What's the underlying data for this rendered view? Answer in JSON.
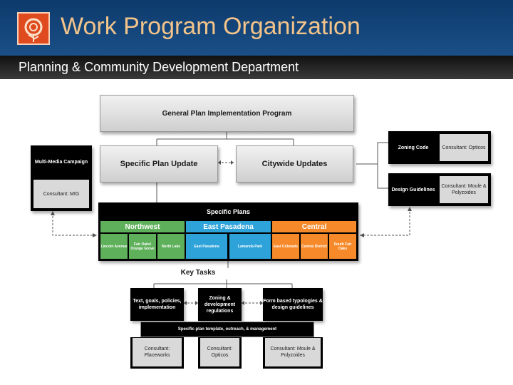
{
  "slide": {
    "title": "Work Program Organization",
    "subtitle": "Planning & Community Development Department"
  },
  "diagram": {
    "program": "General Plan Implementation Program",
    "specific_plan_update": "Specific Plan Update",
    "citywide_updates": "Citywide Updates",
    "multimedia": {
      "title": "Multi-Media Campaign",
      "consultant": "Consultant: MIG"
    },
    "zoning_code": {
      "title": "Zoning Code",
      "consultant": "Consultant: Opticos"
    },
    "design_guidelines": {
      "title": "Design Guidelines",
      "consultant": "Consultant: Moule & Polyzoides"
    },
    "specific_plans": {
      "title": "Specific Plans",
      "groups": [
        {
          "name": "Northwest",
          "color": "#5fb05b",
          "areas": [
            "Lincoln Avenue",
            "Fair Oaks/ Orange Grove",
            "North Lake"
          ]
        },
        {
          "name": "East Pasadena",
          "color": "#2ea3d9",
          "areas": [
            "East Pasadena",
            "Lamanda Park"
          ]
        },
        {
          "name": "Central",
          "color": "#f68a2a",
          "areas": [
            "East Colorado",
            "Central District",
            "South Fair Oaks"
          ]
        }
      ]
    },
    "key_tasks": {
      "title": "Key Tasks",
      "tasks": [
        "Text, goals, policies, implementation",
        "Zoning & development regulations",
        "Form based typologies & design guidelines"
      ],
      "bar": "Specific plan template, outreach, & management",
      "consultants": [
        "Consultant: Placeworks",
        "Consultant: Opticos",
        "Consultant: Moule & Polyzoides"
      ]
    }
  }
}
